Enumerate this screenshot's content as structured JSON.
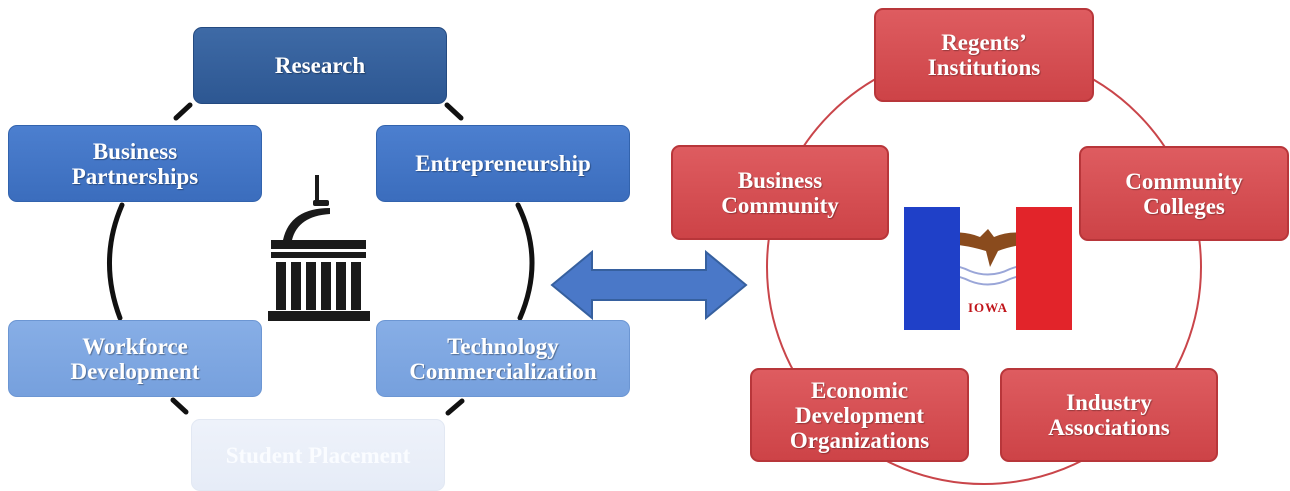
{
  "left_cycle": {
    "items": [
      {
        "label": "Research"
      },
      {
        "label": "Entrepreneurship"
      },
      {
        "label": "Technology\nCommercialization"
      },
      {
        "label": "Student Placement"
      },
      {
        "label": "Workforce\nDevelopment"
      },
      {
        "label": "Business\nPartnerships"
      }
    ],
    "center_icon": "university-building-icon"
  },
  "connector": {
    "icon": "double-arrow-icon",
    "color": "#4a78c8"
  },
  "right_cycle": {
    "items": [
      {
        "label": "Regents’\nInstitutions"
      },
      {
        "label": "Community\nColleges"
      },
      {
        "label": "Industry\nAssociations"
      },
      {
        "label": "Economic\nDevelopment\nOrganizations"
      },
      {
        "label": "Business\nCommunity"
      }
    ],
    "center_flag": {
      "icon": "iowa-flag-icon",
      "text": "IOWA"
    }
  },
  "colors": {
    "blue_dark": "#2d5792",
    "red_box": "#cd4347",
    "ring_red": "#c9454a",
    "ring_black": "#111111"
  }
}
